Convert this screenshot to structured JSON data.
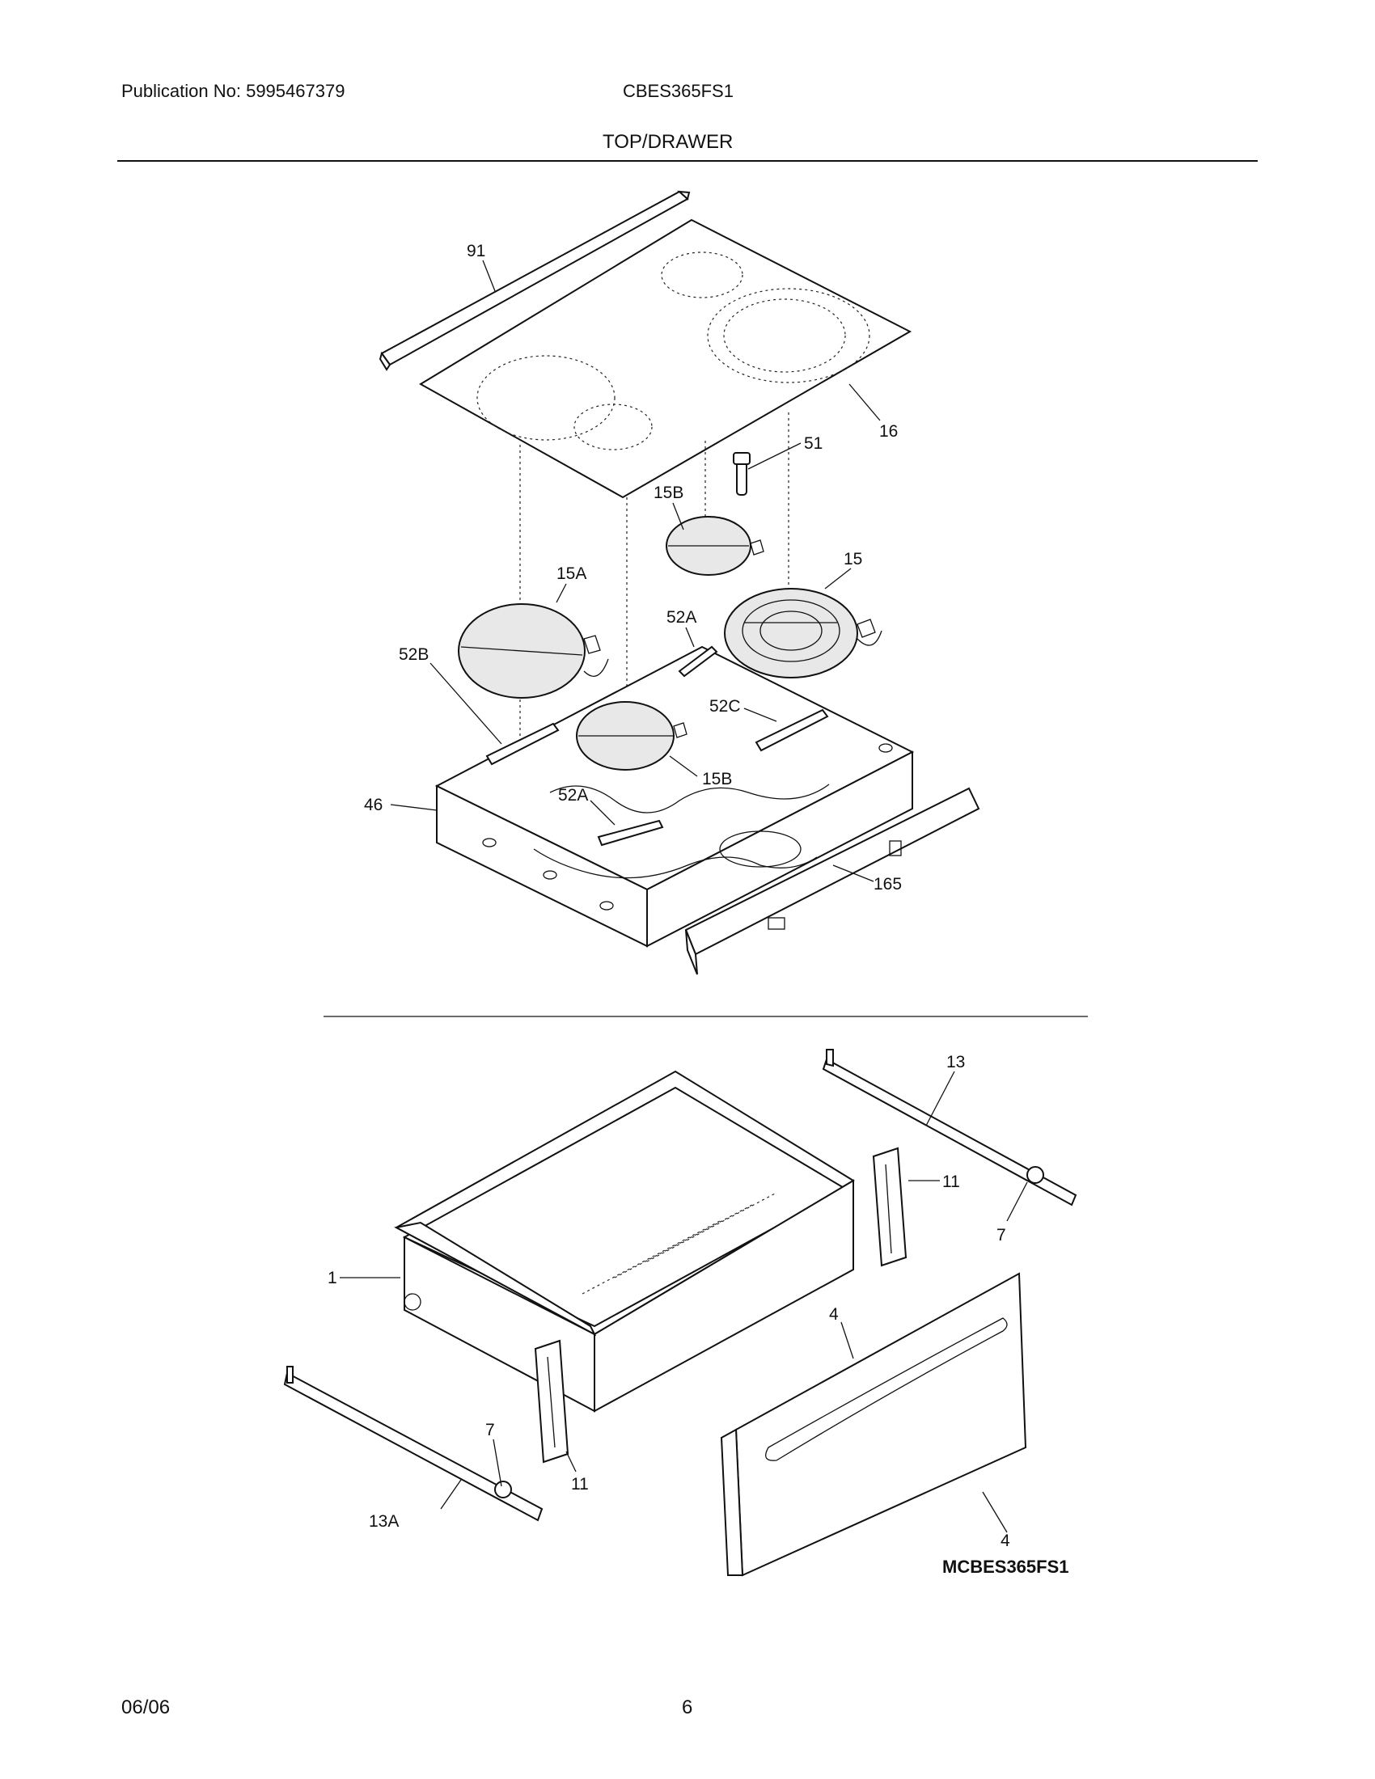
{
  "header": {
    "publication": "Publication No: 5995467379",
    "model": "CBES365FS1",
    "section": "TOP/DRAWER"
  },
  "footer": {
    "date": "06/06",
    "page": "6"
  },
  "diagram_code": "MCBES365FS1",
  "callouts": {
    "top": [
      "91",
      "16",
      "51",
      "15B",
      "15",
      "15A",
      "52A",
      "52B",
      "52C",
      "15B",
      "46",
      "52A",
      "165"
    ],
    "drawer": [
      "13",
      "11",
      "7",
      "1",
      "4",
      "7",
      "11",
      "13A",
      "4"
    ]
  }
}
